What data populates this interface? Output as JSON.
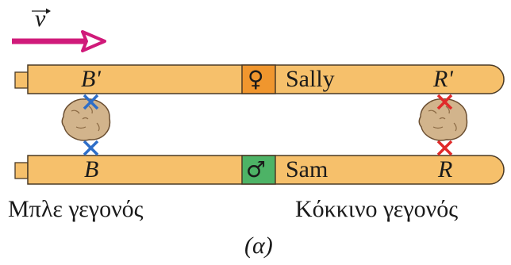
{
  "velocity": {
    "label": "v",
    "color": "#d01a7a"
  },
  "ships": [
    {
      "id": "top",
      "event_left": "B'",
      "symbol": "♀",
      "name": "Sally",
      "event_right": "R'",
      "cabin_color": "#f0962e"
    },
    {
      "id": "bottom",
      "event_left": "B",
      "symbol": "♂",
      "name": "Sam",
      "event_right": "R",
      "cabin_color": "#4db366"
    }
  ],
  "captions": {
    "left": "Μπλε γεγονός",
    "right": "Κόκκινο γεγονός",
    "panel": "(α)"
  },
  "colors": {
    "hull": "#f6c06b",
    "hull_stroke": "#4a3a26",
    "blue_mark": "#2e6ec8",
    "red_mark": "#e02a2a",
    "rock": "#d2b48c"
  },
  "icons": {
    "arrow": "arrow-right-icon",
    "blue_mark": "cross-icon",
    "red_mark": "cross-icon",
    "debris": "rock-icon"
  }
}
